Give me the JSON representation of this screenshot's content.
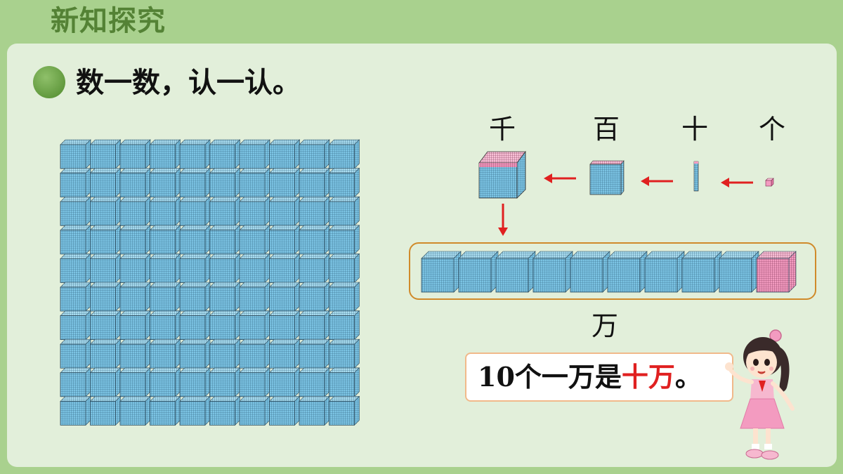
{
  "header": {
    "title": "新知探究"
  },
  "heading": "数一数，认一认。",
  "place_values": {
    "qian": "千",
    "bai": "百",
    "shi": "十",
    "ge": "个",
    "wan": "万"
  },
  "sentence": {
    "prefix": "10个一万是",
    "highlight": "十万",
    "suffix": "。"
  },
  "colors": {
    "cube_blue": "#7cc4e4",
    "cube_pink": "#f39bc0",
    "arrow_red": "#e02020",
    "highlight_red": "#e02020"
  }
}
